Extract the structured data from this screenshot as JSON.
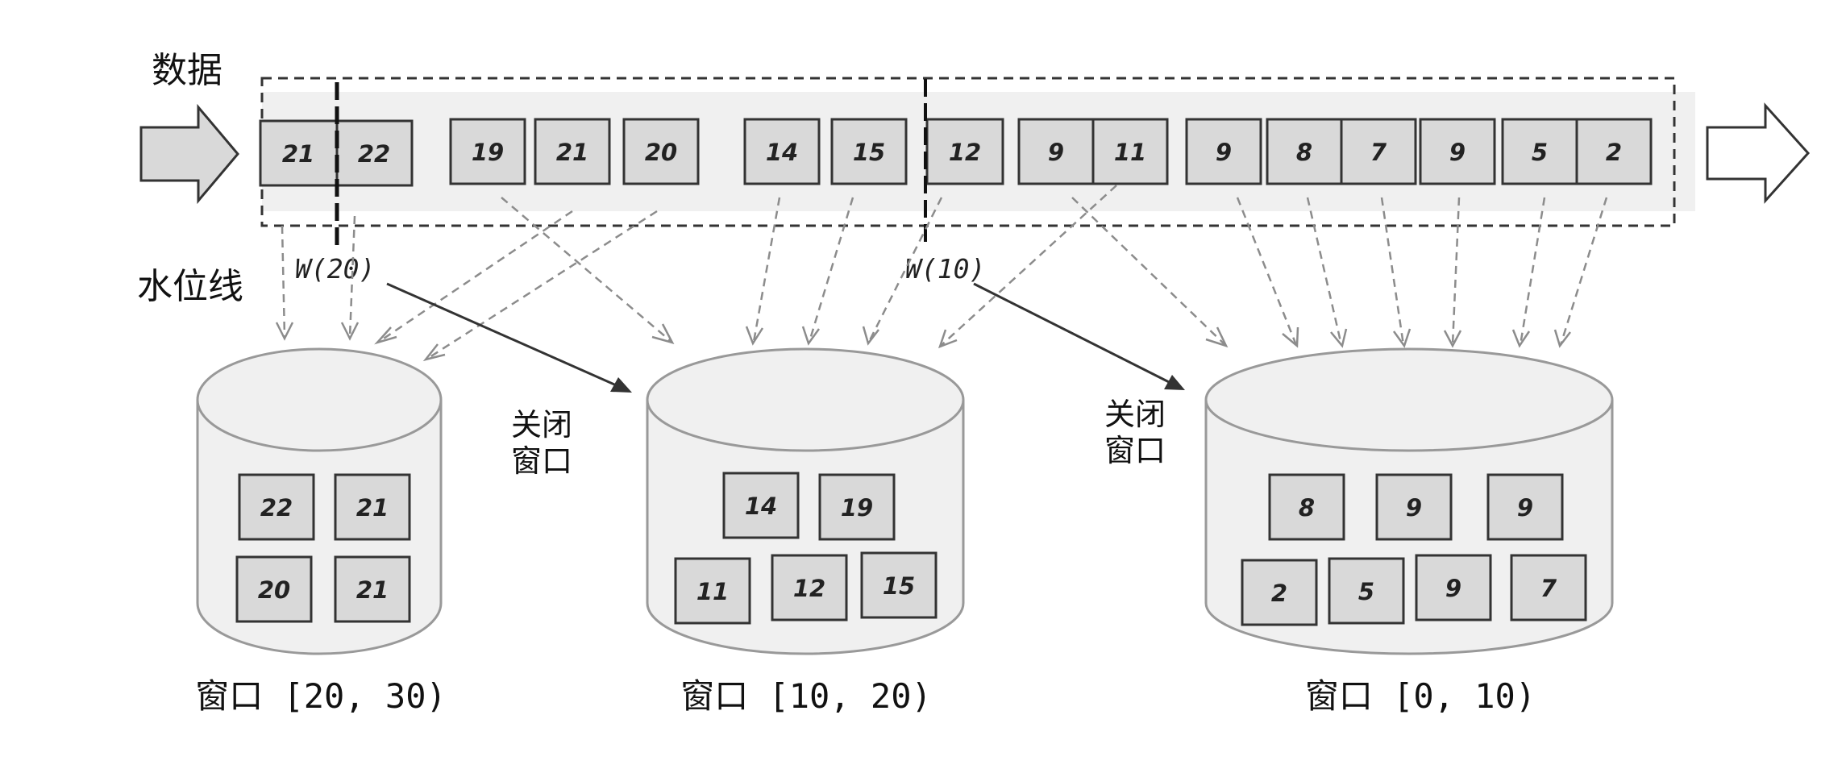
{
  "labels": {
    "data": "数据",
    "watermark_line": "水位线",
    "close_window_1": [
      "关闭",
      "窗口"
    ],
    "close_window_2": [
      "关闭",
      "窗口"
    ]
  },
  "watermarks": [
    {
      "label": "W(20)"
    },
    {
      "label": "W(10)"
    }
  ],
  "stream": {
    "events": [
      "21",
      "22",
      "19",
      "21",
      "20",
      "14",
      "15",
      "12",
      "9",
      "11",
      "9",
      "8",
      "7",
      "9",
      "5",
      "2"
    ]
  },
  "windows": [
    {
      "title": "窗口 [20, 30)",
      "items": [
        "22",
        "21",
        "20",
        "21"
      ]
    },
    {
      "title": "窗口 [10, 20)",
      "items": [
        "14",
        "19",
        "11",
        "12",
        "15"
      ]
    },
    {
      "title": "窗口 [0, 10)",
      "items": [
        "8",
        "9",
        "9",
        "2",
        "5",
        "9",
        "7"
      ]
    }
  ]
}
